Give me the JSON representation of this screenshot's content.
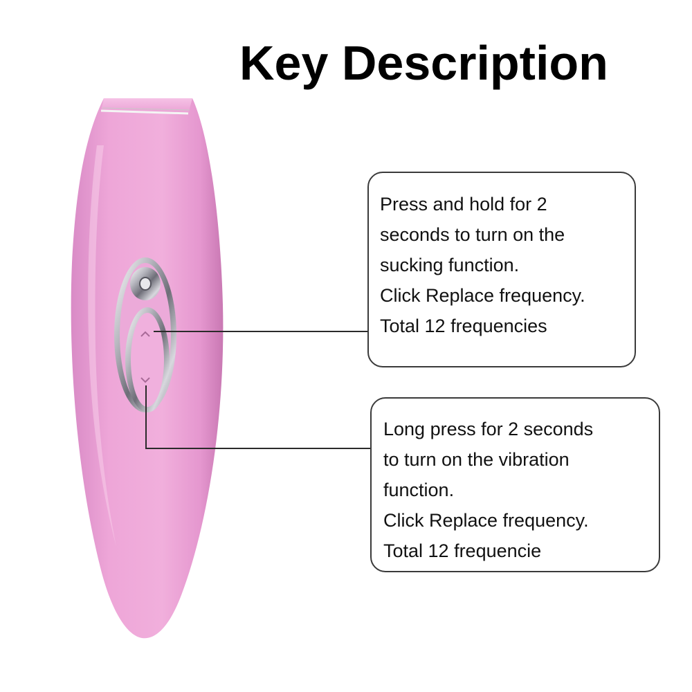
{
  "title": "Key Description",
  "device": {
    "body_color": "#eea6d8",
    "highlight_color": "#f7c9e8",
    "shadow_color": "#d67fbd",
    "chrome_color": "#c9c9cf",
    "up_button_icon": "chevron-up-icon",
    "down_button_icon": "chevron-down-icon"
  },
  "callouts": [
    {
      "lines": [
        "Press and hold for 2",
        "seconds to turn on the",
        "sucking function.",
        "Click Replace frequency.",
        "Total 12 frequencies"
      ]
    },
    {
      "lines": [
        "Long press for 2 seconds",
        "to turn on the vibration",
        "function.",
        "Click Replace frequency.",
        "Total 12 frequencie"
      ]
    }
  ],
  "colors": {
    "border": "#3a3a3a",
    "leader_line": "#2a2a2a",
    "text": "#111111"
  }
}
